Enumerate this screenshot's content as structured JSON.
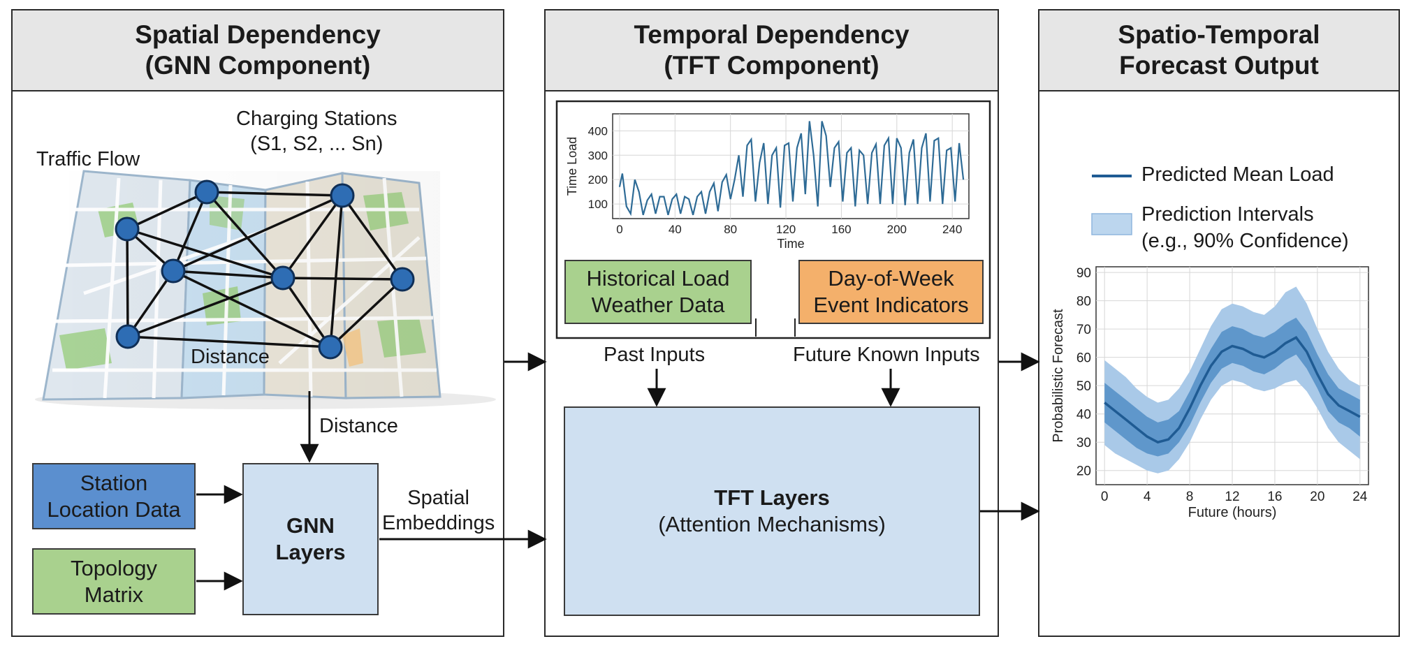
{
  "panels": {
    "spatial": {
      "title_line1": "Spatial Dependency",
      "title_line2": "(GNN Component)"
    },
    "temporal": {
      "title_line1": "Temporal Dependency",
      "title_line2": "(TFT Component)"
    },
    "output": {
      "title_line1": "Spatio-Temporal",
      "title_line2": "Forecast Output"
    }
  },
  "spatial": {
    "charging_stations_line1": "Charging Stations",
    "charging_stations_line2": "(S1, S2, ... Sn)",
    "traffic_flow": "Traffic Flow",
    "map_distance": "Distance",
    "arrow_distance": "Distance",
    "station_location_line1": "Station",
    "station_location_line2": "Location Data",
    "topology_line1": "Topology",
    "topology_line2": "Matrix",
    "gnn_line1": "GNN",
    "gnn_line2": "Layers",
    "spatial_emb_line1": "Spatial",
    "spatial_emb_line2": "Embeddings"
  },
  "temporal": {
    "historical_line1": "Historical Load",
    "historical_line2": "Weather Data",
    "dow_line1": "Day-of-Week",
    "dow_line2": "Event Indicators",
    "past_inputs": "Past Inputs",
    "future_inputs": "Future Known Inputs",
    "tft_line1": "TFT Layers",
    "tft_line2": "(Attention Mechanisms)"
  },
  "output": {
    "legend_mean": "Predicted Mean Load",
    "legend_interval_line1": "Prediction Intervals",
    "legend_interval_line2": "(e.g., 90% Confidence)"
  },
  "colors": {
    "blue_box": "#5b8fcf",
    "light_blue_box": "#cfe0f1",
    "green_box": "#a9d18e",
    "orange_box": "#f4b06b",
    "node": "#2e6db4",
    "line": "#2e6b96"
  },
  "chart_data": [
    {
      "type": "line",
      "title": "",
      "xlabel": "Time",
      "ylabel": "Time Load",
      "xlim": [
        -5,
        252
      ],
      "ylim": [
        40,
        470
      ],
      "xticks": [
        0,
        40,
        80,
        120,
        160,
        200,
        240
      ],
      "yticks": [
        100,
        200,
        300,
        400
      ],
      "grid": true,
      "series": [
        {
          "x": [
            0,
            2,
            5,
            8,
            11,
            14,
            17,
            20,
            23,
            26,
            29,
            32,
            35,
            38,
            41,
            44,
            47,
            50,
            53,
            56,
            59,
            62,
            65,
            68,
            71,
            74,
            77,
            80,
            83,
            86,
            89,
            92,
            95,
            98,
            101,
            104,
            107,
            110,
            113,
            116,
            119,
            122,
            125,
            128,
            131,
            134,
            137,
            140,
            143,
            146,
            149,
            152,
            155,
            158,
            161,
            164,
            167,
            170,
            173,
            176,
            179,
            182,
            185,
            188,
            191,
            194,
            197,
            200,
            203,
            206,
            209,
            212,
            215,
            218,
            221,
            224,
            227,
            230,
            233,
            236,
            239,
            242,
            245,
            248
          ],
          "y": [
            170,
            225,
            90,
            60,
            200,
            150,
            55,
            115,
            140,
            60,
            130,
            130,
            55,
            120,
            140,
            60,
            130,
            120,
            55,
            130,
            150,
            60,
            150,
            185,
            70,
            190,
            220,
            120,
            200,
            300,
            130,
            340,
            365,
            110,
            270,
            350,
            100,
            300,
            330,
            85,
            340,
            350,
            110,
            330,
            390,
            140,
            440,
            300,
            90,
            440,
            380,
            170,
            330,
            355,
            110,
            310,
            330,
            90,
            320,
            300,
            100,
            310,
            345,
            100,
            340,
            370,
            100,
            370,
            330,
            95,
            310,
            365,
            100,
            330,
            390,
            110,
            360,
            370,
            100,
            320,
            330,
            110,
            350,
            200
          ]
        }
      ]
    },
    {
      "type": "area",
      "title": "",
      "xlabel": "Future (hours)",
      "ylabel": "Probabilistic Forecast",
      "xlim": [
        -0.8,
        24.8
      ],
      "ylim": [
        15,
        92
      ],
      "xticks": [
        0,
        4,
        8,
        12,
        16,
        20,
        24
      ],
      "yticks": [
        20,
        30,
        40,
        50,
        60,
        70,
        80,
        90
      ],
      "grid": true,
      "x": [
        0,
        1,
        2,
        3,
        4,
        5,
        6,
        7,
        8,
        9,
        10,
        11,
        12,
        13,
        14,
        15,
        16,
        17,
        18,
        19,
        20,
        21,
        22,
        23,
        24
      ],
      "series": [
        {
          "name": "Predicted Mean Load",
          "values": [
            44,
            41,
            38,
            35,
            32,
            30,
            31,
            35,
            42,
            50,
            57,
            62,
            64,
            63,
            61,
            60,
            62,
            65,
            67,
            62,
            54,
            47,
            43,
            41,
            39
          ]
        },
        {
          "name": "Prediction Intervals",
          "lower": [
            29,
            26,
            24,
            22,
            20,
            19,
            20,
            24,
            30,
            38,
            45,
            50,
            52,
            51,
            49,
            48,
            49,
            51,
            52,
            48,
            42,
            35,
            30,
            27,
            24
          ],
          "upper": [
            59,
            56,
            53,
            49,
            46,
            44,
            45,
            49,
            55,
            63,
            71,
            77,
            79,
            78,
            76,
            75,
            78,
            83,
            85,
            79,
            70,
            62,
            56,
            52,
            50
          ]
        },
        {
          "name": "",
          "lower": [
            37,
            34,
            31,
            28,
            26,
            25,
            26,
            30,
            36,
            44,
            51,
            56,
            58,
            57,
            55,
            54,
            56,
            59,
            61,
            56,
            49,
            41,
            37,
            35,
            32
          ],
          "upper": [
            51,
            48,
            45,
            42,
            39,
            37,
            38,
            41,
            48,
            56,
            63,
            69,
            71,
            70,
            68,
            67,
            69,
            72,
            74,
            69,
            61,
            54,
            49,
            47,
            45
          ]
        }
      ]
    }
  ]
}
